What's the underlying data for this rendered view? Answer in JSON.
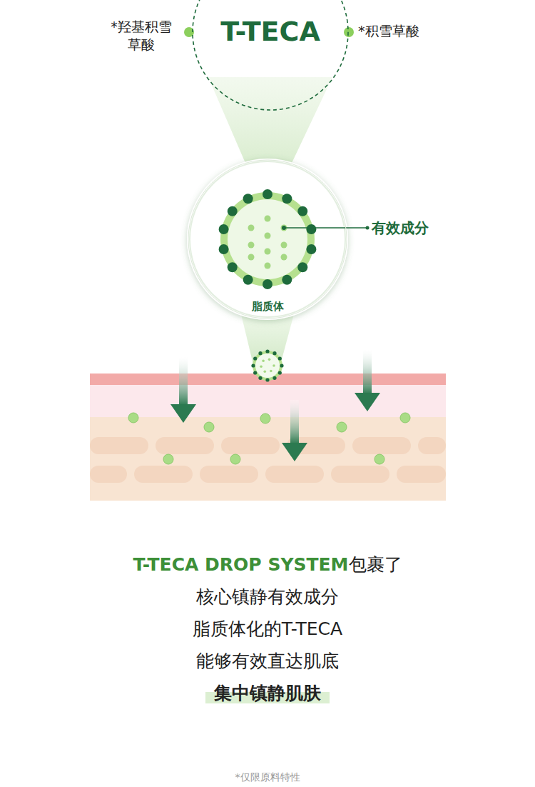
{
  "diagram": {
    "nodes": [
      {
        "text": [
          "T-TECA"
        ]
      },
      {
        "text": [
          "脂质体"
        ]
      }
    ],
    "labels": [
      "*羟基积雪 草酸",
      "*积雪草酸",
      "有效成分",
      "T-TECA DROP SYSTEM",
      "包裹了",
      "核心镇静有效成分",
      "脂质体化的T-TECA",
      "能够有效直达肌底",
      "集中镇静肌肤",
      "*仅限原料特性"
    ]
  }
}
